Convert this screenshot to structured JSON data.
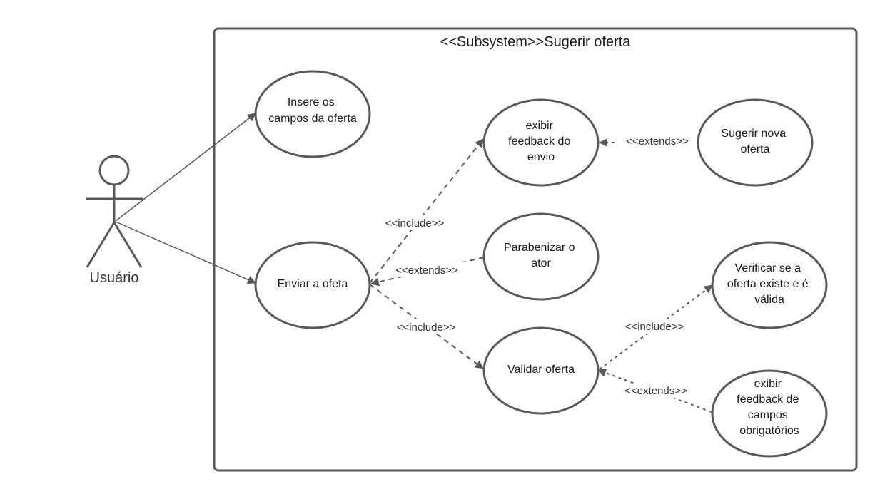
{
  "subsystem": {
    "title": "<<Subsystem>>Sugerir oferta"
  },
  "actor": {
    "name": "Usuário"
  },
  "use_cases": {
    "insere": [
      "Insere os",
      "campos da oferta"
    ],
    "enviar": [
      "Enviar a ofeta"
    ],
    "exibir_envio": [
      "exibir",
      "feedback do",
      "envio"
    ],
    "parabenizar": [
      "Parabenizar o",
      "ator"
    ],
    "validar": [
      "Validar oferta"
    ],
    "sugerir": [
      "Sugerir nova",
      "oferta"
    ],
    "verificar": [
      "Verificar se a",
      "oferta existe e é",
      "válida"
    ],
    "exibir_campos": [
      "exibir",
      "feedback de",
      "campos",
      "obrigatórios"
    ]
  },
  "relations": {
    "include_top": "<<include>>",
    "extends_parabenizar": "<<extends>>",
    "include_bottom": "<<include>>",
    "extends_sugerir": "<<extends>>",
    "include_verificar": "<<include>>",
    "extends_campos": "<<extends>>"
  },
  "colors": {
    "stroke": "#595959",
    "text": "#1a1a1a"
  }
}
